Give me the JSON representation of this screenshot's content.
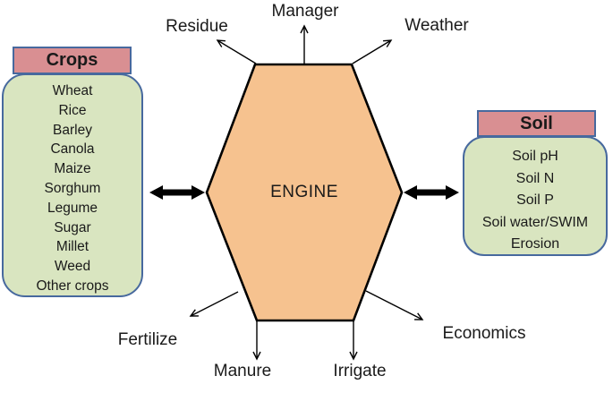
{
  "diagram": {
    "engine": {
      "label": "ENGINE"
    },
    "outer_labels": {
      "manager": "Manager",
      "residue": "Residue",
      "weather": "Weather",
      "fertilize": "Fertilize",
      "manure": "Manure",
      "irrigate": "Irrigate",
      "economics": "Economics"
    },
    "crops_box": {
      "title": "Crops",
      "items": [
        "Wheat",
        "Rice",
        "Barley",
        "Canola",
        "Maize",
        "Sorghum",
        "Legume",
        "Sugar",
        "Millet",
        "Weed",
        "Other crops"
      ]
    },
    "soil_box": {
      "title": "Soil",
      "items": [
        "Soil pH",
        "Soil N",
        "Soil P",
        "Soil water/SWIM",
        "Erosion"
      ]
    },
    "colors": {
      "hexagon_fill": "#F6C28F",
      "hexagon_stroke": "#000000",
      "box_header_fill": "#D98F92",
      "box_body_fill": "#D9E5C0",
      "box_border": "#47699E",
      "arrow_color": "#000000"
    }
  }
}
